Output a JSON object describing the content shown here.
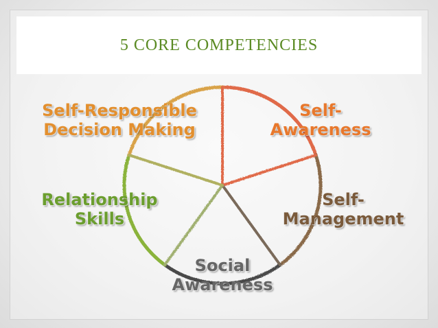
{
  "slide": {
    "title": "5 CORE COMPETENCIES"
  },
  "competencies": [
    {
      "key": "self-awareness",
      "lines": [
        "Self-",
        "Awareness"
      ],
      "color": "#e8782c",
      "sector_color": "#e06a4a"
    },
    {
      "key": "self-management",
      "lines": [
        "Self-",
        "Management"
      ],
      "color": "#7a5a3b",
      "sector_color": "#8a6a4a"
    },
    {
      "key": "social-awareness",
      "lines": [
        "Social",
        "Awareness"
      ],
      "color": "#666666",
      "sector_color": "#5a5a5a"
    },
    {
      "key": "relationship-skills",
      "lines": [
        "Relationship",
        "Skills"
      ],
      "color": "#6b9e2e",
      "sector_color": "#8ab33a"
    },
    {
      "key": "decision-making",
      "lines": [
        "Self-Responsible",
        "Decision Making"
      ],
      "color": "#e38f2e",
      "sector_color": "#d9a34a"
    }
  ],
  "colors": {
    "title": "#5a8a23",
    "background": "#e8e8e8"
  }
}
